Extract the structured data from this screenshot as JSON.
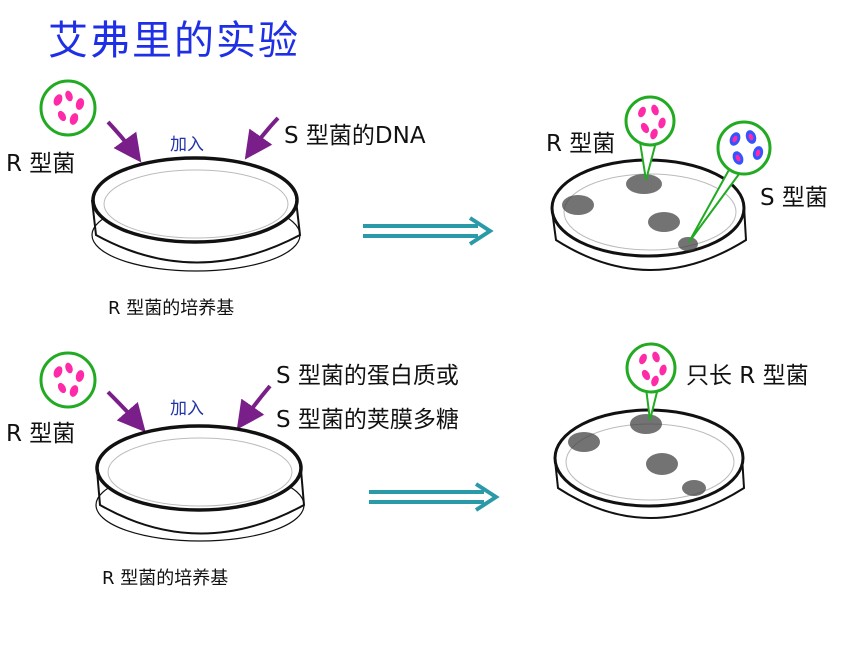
{
  "title": "艾弗里的实验",
  "colors": {
    "title": "#1f2fe6",
    "arrow": "#7a1f8a",
    "result_arrow": "#2a9aa8",
    "bubble": "#22aa22",
    "r_bacteria": "#ff2aa8",
    "s_bacteria": "#3355ff",
    "colony": "#333333"
  },
  "experiment1": {
    "r_bacteria_label": "R 型菌",
    "added_label": "加入",
    "added_substance": "S 型菌的DNA",
    "medium_label": "R 型菌的培养基",
    "result_r_label": "R 型菌",
    "result_s_label": "S 型菌"
  },
  "experiment2": {
    "r_bacteria_label": "R 型菌",
    "added_label": "加入",
    "added_substance_line1": "S 型菌的蛋白质或",
    "added_substance_line2": "S 型菌的荚膜多糖",
    "medium_label": "R 型菌的培养基",
    "result_label": "只长 R 型菌"
  }
}
